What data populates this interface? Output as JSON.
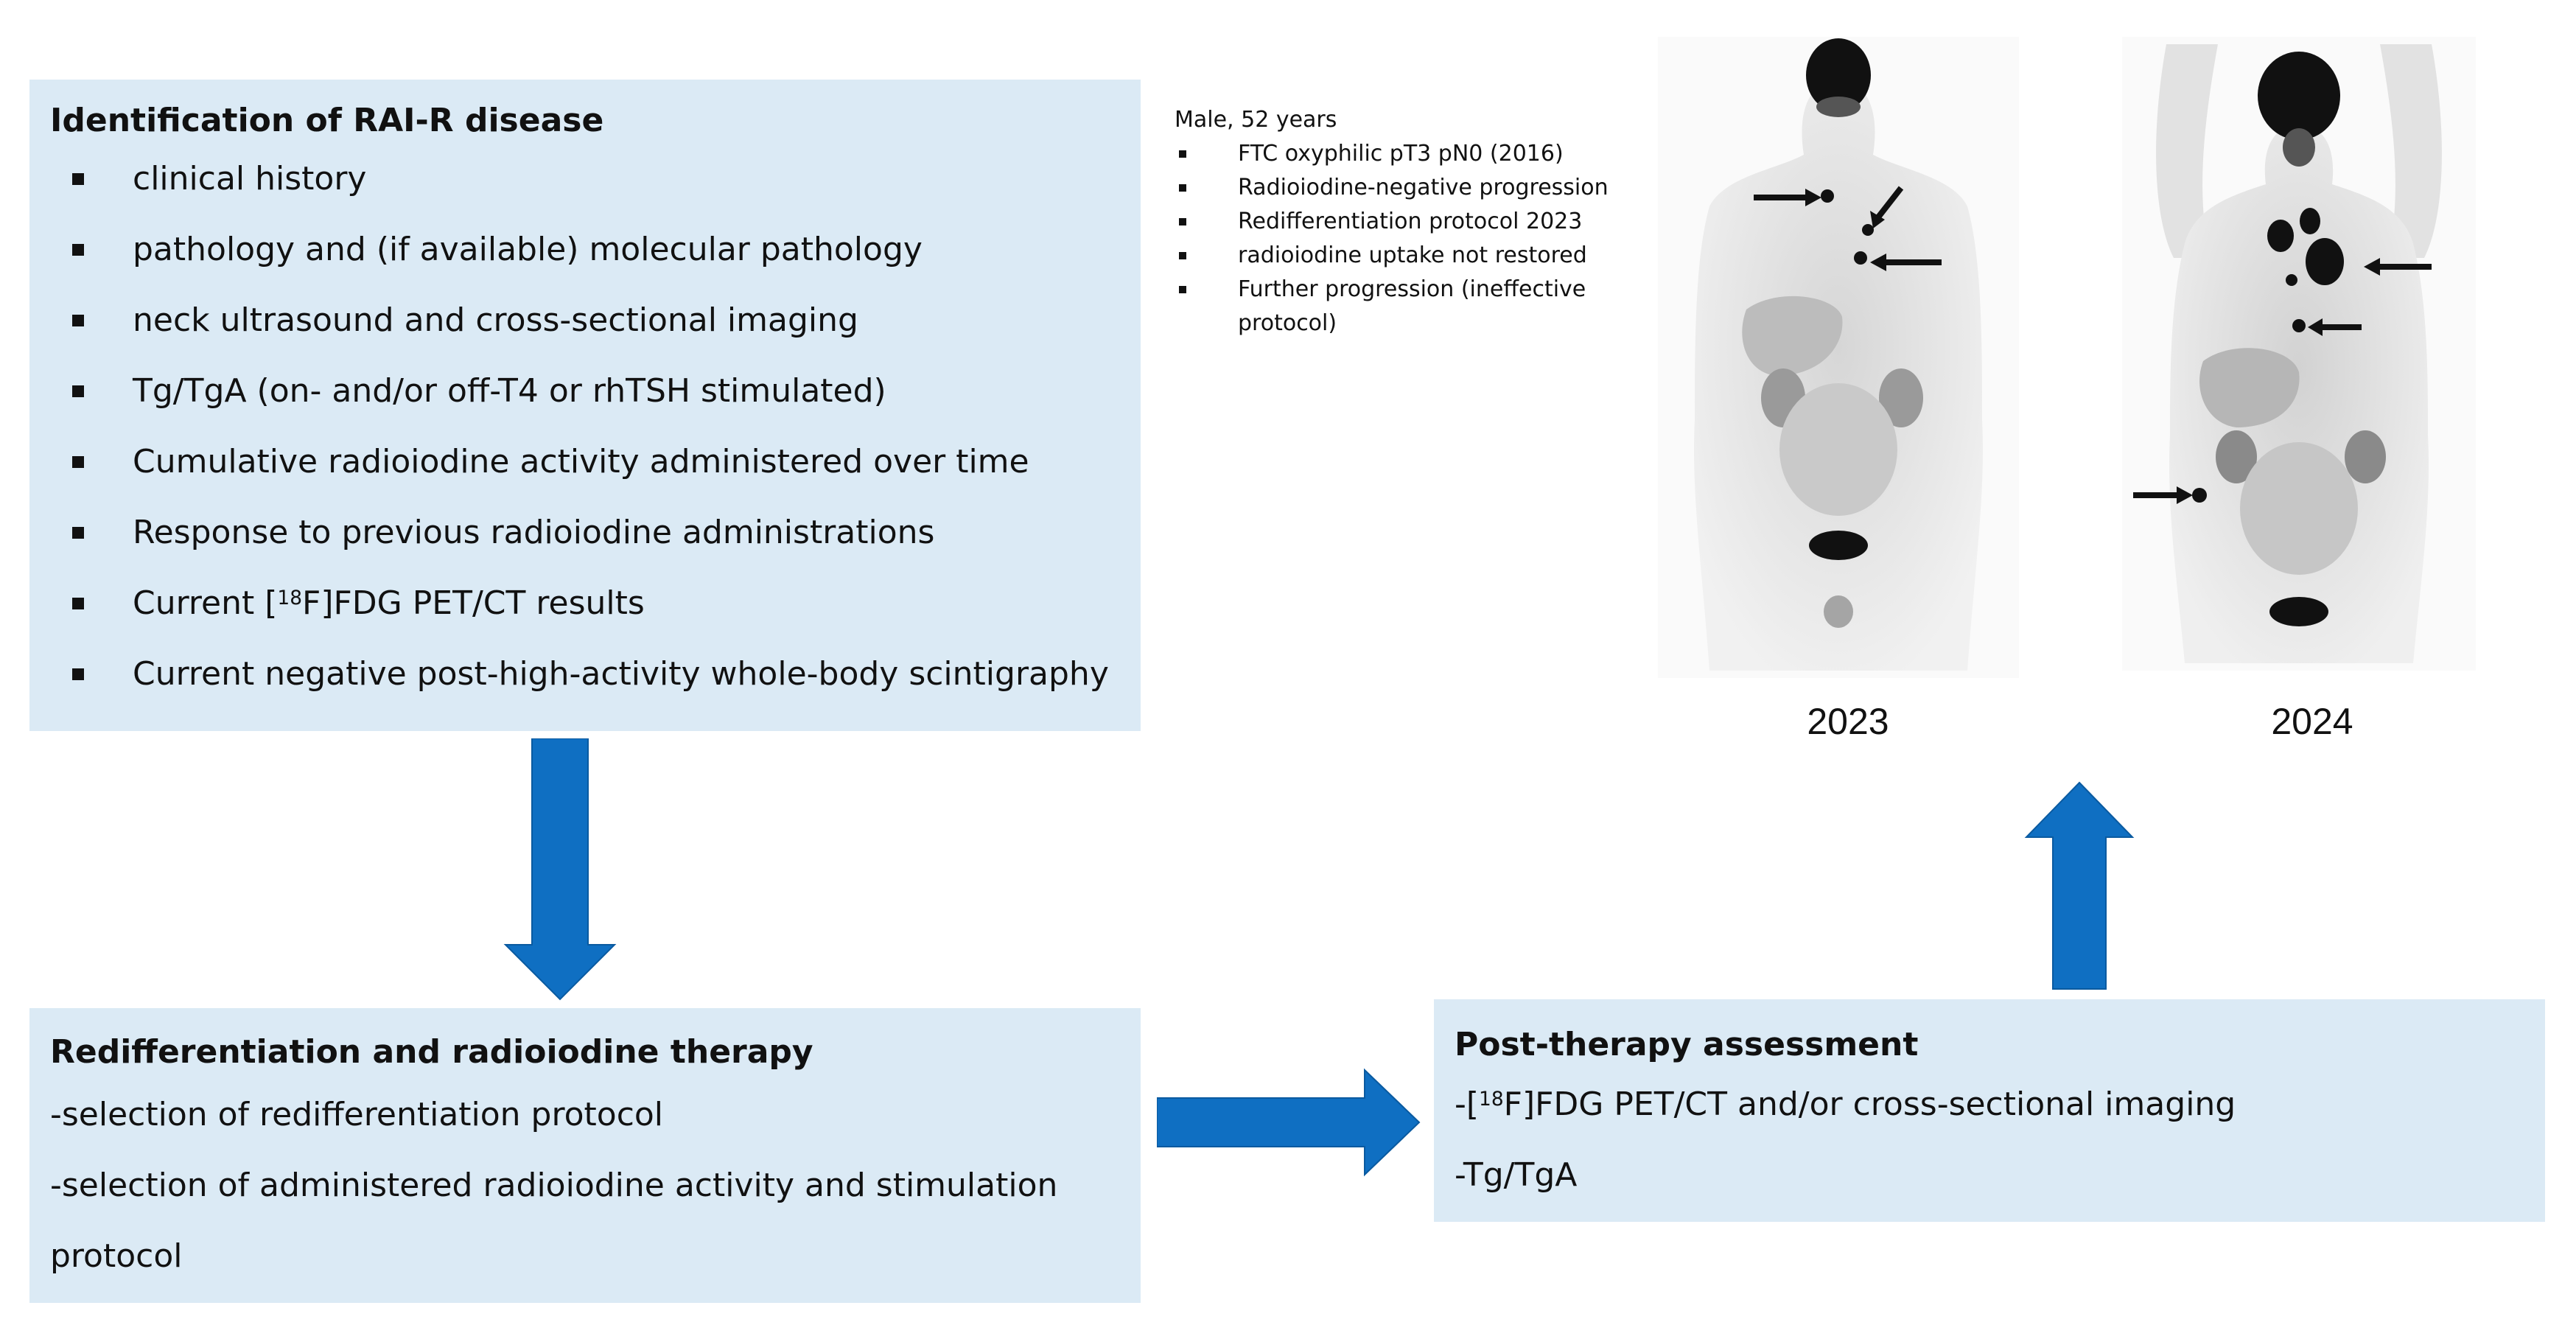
{
  "identification": {
    "title": "Identification of RAI-R disease",
    "items": [
      "clinical history",
      "pathology and (if available) molecular pathology",
      "neck ultrasound and cross-sectional imaging",
      "Tg/TgA (on- and/or off-T4 or rhTSH stimulated)",
      "Cumulative radioiodine activity administered over time",
      "Response to previous radioiodine administrations",
      "Current negative post-high-activity whole-body scintigraphy"
    ],
    "fdg_item": {
      "prefix": "Current [",
      "sup": "18",
      "suffix": "F]FDG PET/CT results"
    }
  },
  "redifferentiation": {
    "title": "Redifferentiation and radioiodine therapy",
    "line1": "-selection of redifferentiation protocol",
    "line2a": "-selection of administered radioiodine activity and stimulation",
    "line2b": "protocol"
  },
  "post_therapy": {
    "title": "Post-therapy assessment",
    "fdg_line": {
      "prefix": "-[",
      "sup": "18",
      "suffix": "F]FDG PET/CT and/or cross-sectional imaging"
    },
    "line2": "-Tg/TgA"
  },
  "case": {
    "title": "Male, 52 years",
    "items": [
      "FTC oxyphilic pT3 pN0 (2016)",
      "Radioiodine-negative progression",
      "Redifferentiation protocol 2023",
      "radioiodine uptake not restored",
      "Further progression (ineffective protocol)"
    ]
  },
  "scans": {
    "year_2023": "2023",
    "year_2024": "2024"
  },
  "colors": {
    "box_fill": "#dbeaf5",
    "arrow_blue": "#0f6fc2"
  }
}
